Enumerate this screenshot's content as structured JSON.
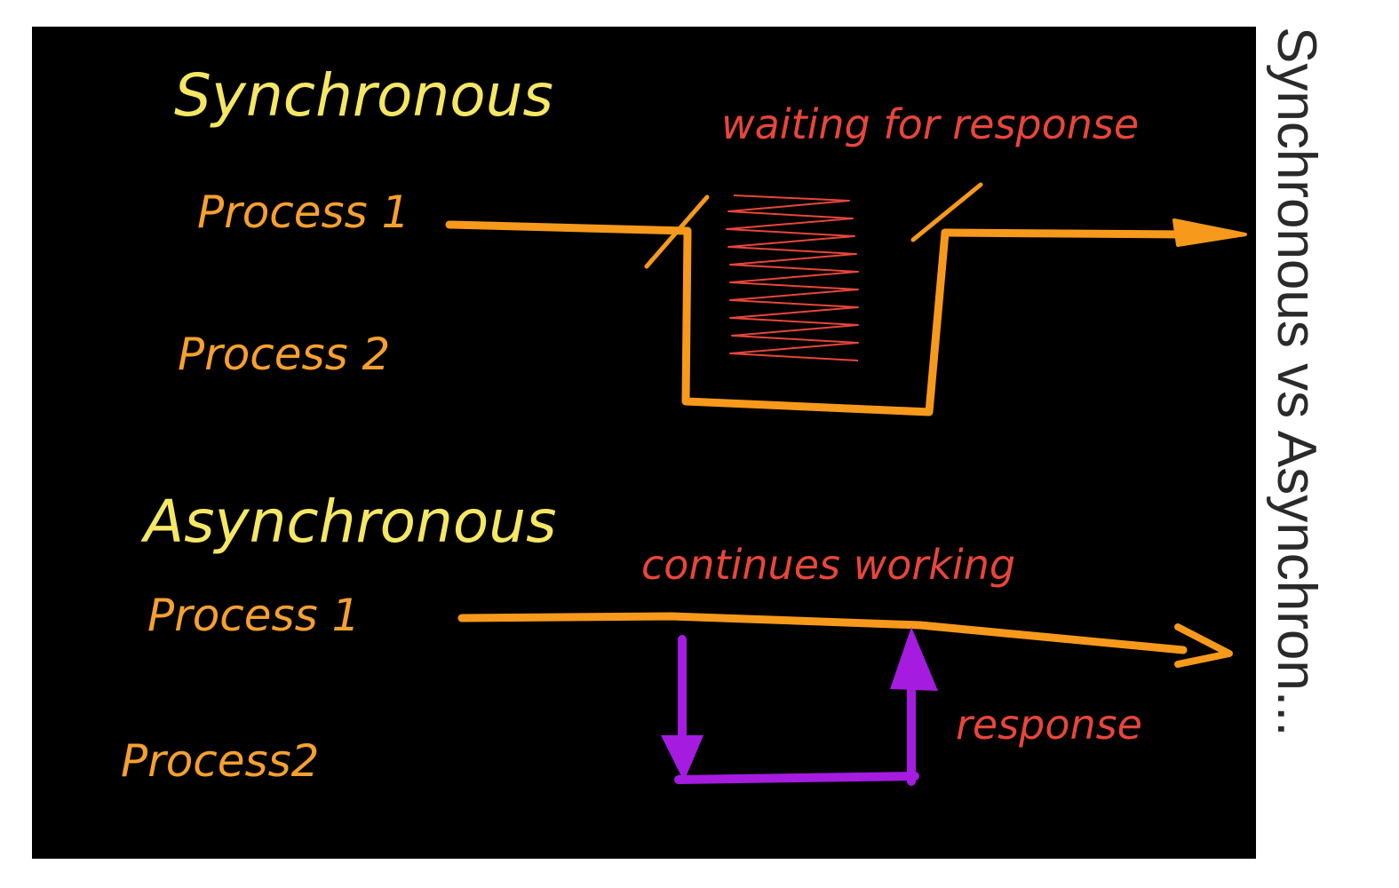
{
  "side_title": "Synchronous vs Asynchron...",
  "colors": {
    "board": "#000000",
    "title": "#f5e663",
    "label": "#f7a030",
    "line": "#f79a1c",
    "annotation": "#e8463a",
    "response_path": "#a51be0",
    "side_title": "#2a2a2a"
  },
  "sync": {
    "title": "Synchronous",
    "process1": "Process 1",
    "process2": "Process 2",
    "annotation": "waiting for response"
  },
  "async": {
    "title": "Asynchronous",
    "process1": "Process 1",
    "process2": "Process2",
    "annotation": "continues working",
    "response_label": "response"
  }
}
